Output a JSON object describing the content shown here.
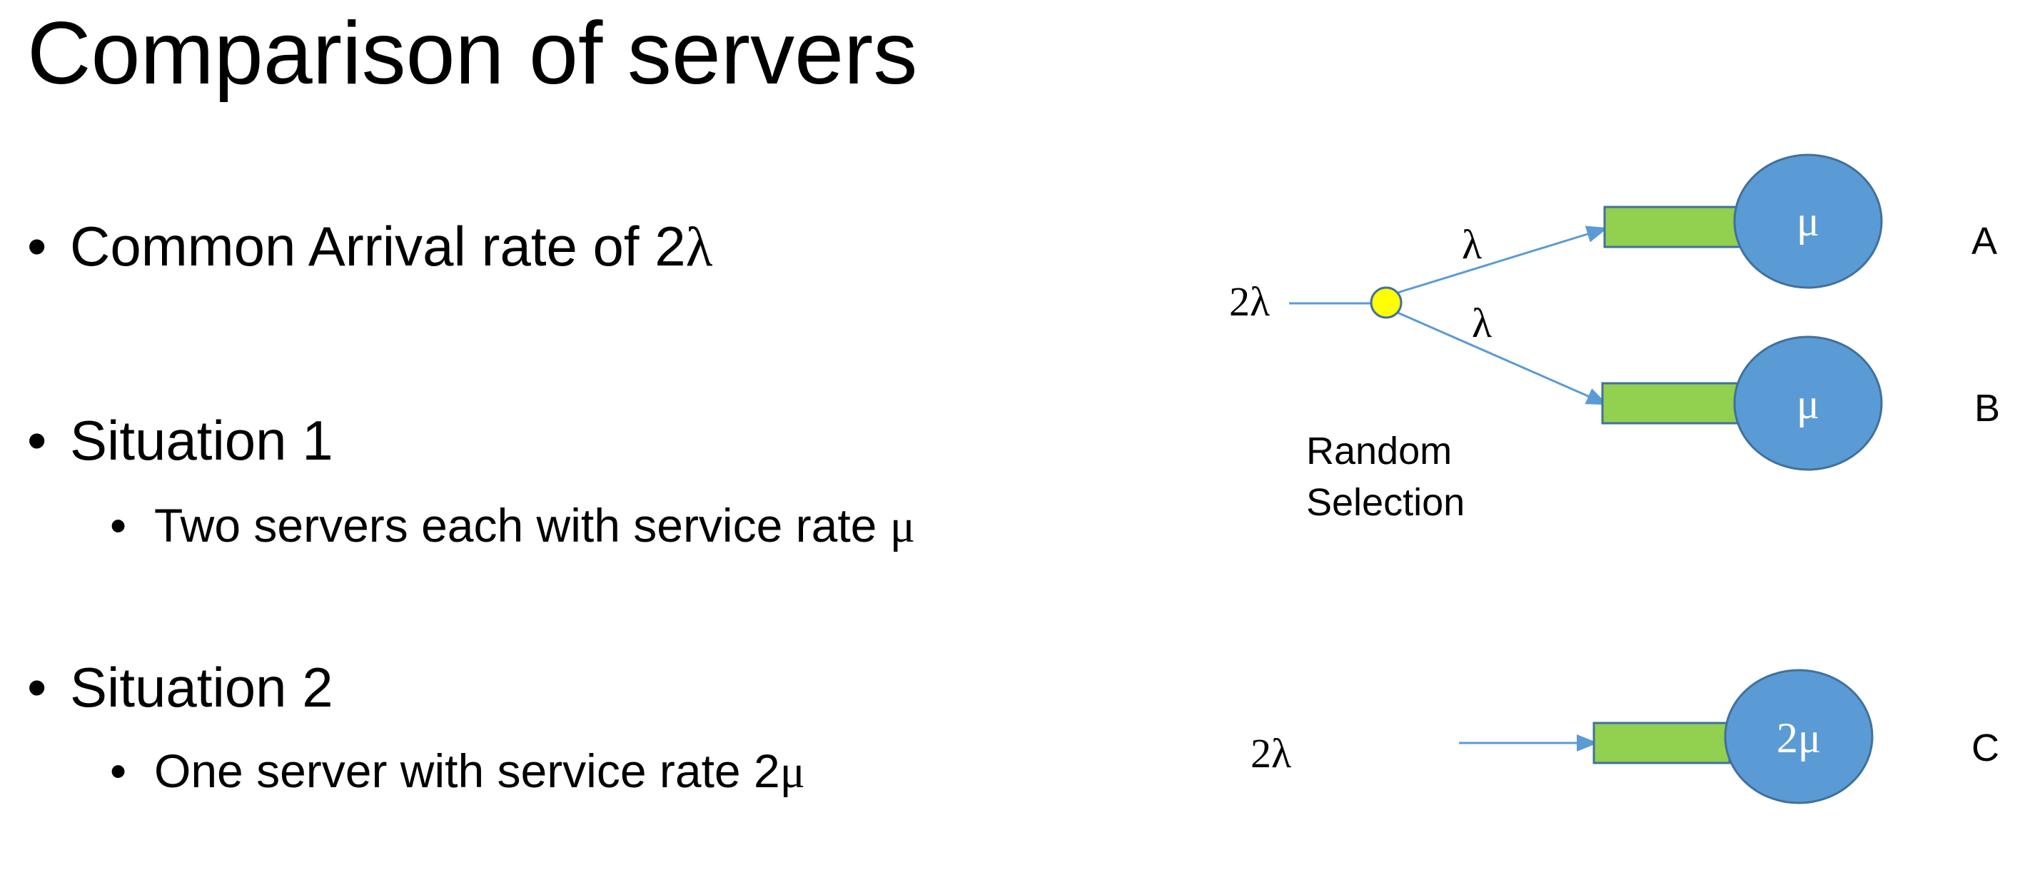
{
  "slide": {
    "title": "Comparison of servers"
  },
  "bullets": [
    {
      "marker": "•",
      "text_prefix": "Common Arrival rate of 2",
      "symbol": "λ"
    },
    {
      "marker": "•",
      "text": "Situation 1"
    },
    {
      "marker": "•",
      "text_prefix": "Two servers each with service rate ",
      "symbol": "μ"
    },
    {
      "marker": "•",
      "text": "Situation 2"
    },
    {
      "marker": "•",
      "text_prefix": "One server with service rate 2",
      "symbol": "μ"
    }
  ],
  "diagram": {
    "colors": {
      "arrow": "#5B9BD5",
      "queue_fill": "#92D050",
      "server_fill": "#5B9BD5",
      "server_stroke": "#41719C",
      "router_fill": "#FFFF00",
      "router_stroke": "#41719C"
    },
    "situation1": {
      "input_rate": "2λ",
      "branch_top_rate": "λ",
      "branch_bottom_rate": "λ",
      "router_label_line1": "Random",
      "router_label_line2": "Selection",
      "server_a": {
        "rate": "μ",
        "label": "A"
      },
      "server_b": {
        "rate": "μ",
        "label": "B"
      }
    },
    "situation2": {
      "input_rate": "2λ",
      "server_c": {
        "rate": "2μ",
        "label": "C"
      }
    }
  }
}
